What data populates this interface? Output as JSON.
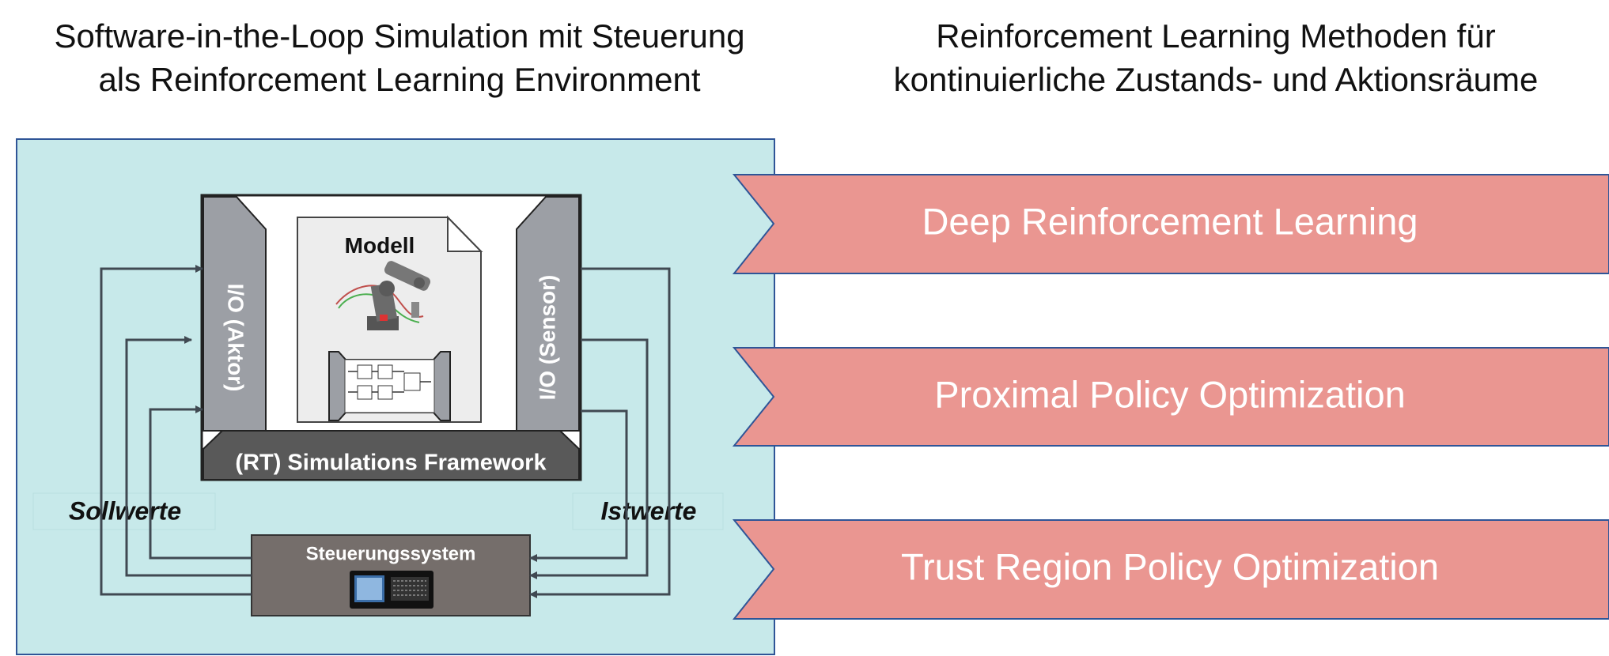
{
  "left_title": {
    "line1": "Software-in-the-Loop Simulation mit Steuerung",
    "line2": "als Reinforcement Learning Environment"
  },
  "right_title": {
    "line1": "Reinforcement Learning Methoden für",
    "line2": "kontinuierliche Zustands- und Aktionsräume"
  },
  "simulation": {
    "model_label": "Modell",
    "io_actuator_label": "I/O (Aktor)",
    "io_sensor_label": "I/O (Sensor)",
    "framework_label": "(RT) Simulations Framework"
  },
  "control_system": {
    "label": "Steuerungssystem"
  },
  "signals": {
    "setpoints_label": "Sollwerte",
    "actual_values_label": "Istwerte"
  },
  "methods": [
    {
      "label": "Deep Reinforcement Learning"
    },
    {
      "label": "Proximal Policy Optimization"
    },
    {
      "label": "Trust Region Policy Optimization"
    }
  ],
  "colors": {
    "environment_bg": "#c7e9ea",
    "environment_border": "#2f5597",
    "method_fill": "#ea9691",
    "method_border": "#2f5597",
    "io_panel": "#9c9fa5",
    "framework_bar": "#595959",
    "control_box": "#756e6b",
    "arrow": "#404952"
  },
  "icons": {
    "model_document": "document-icon",
    "robot": "robot-arm-icon",
    "block_diagram": "block-diagram-icon",
    "cnc_panel": "cnc-panel-icon"
  }
}
